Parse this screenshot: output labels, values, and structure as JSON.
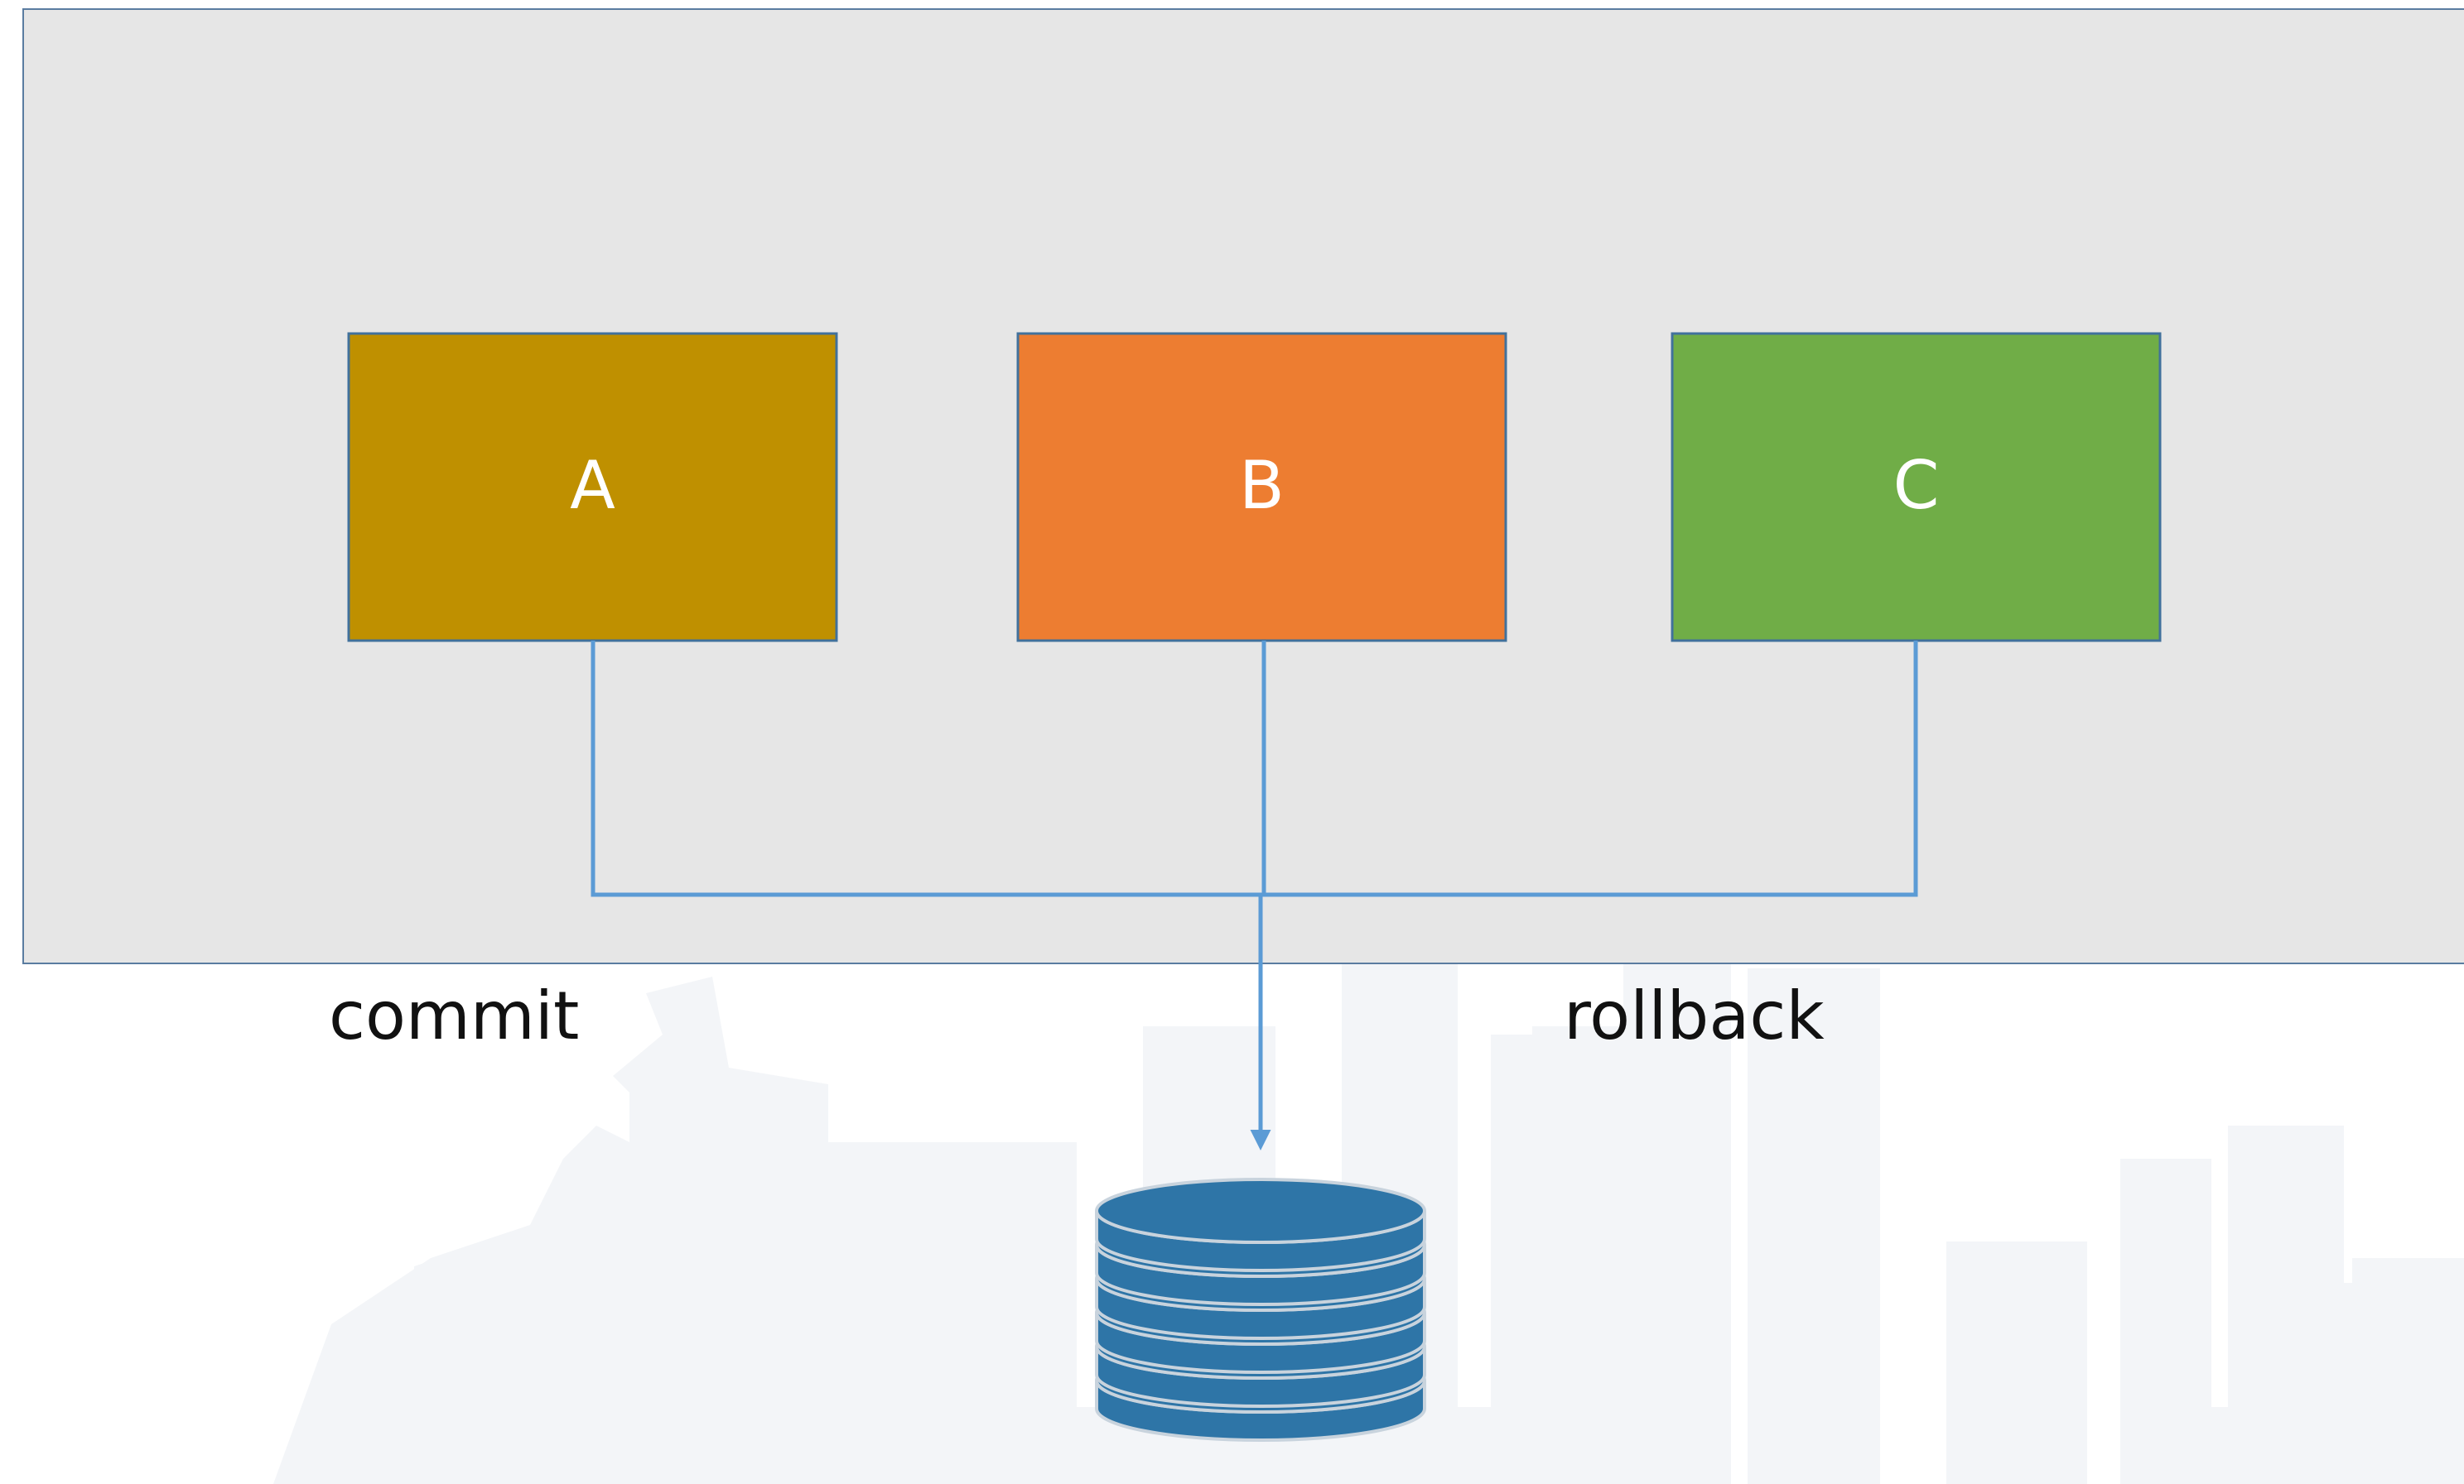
{
  "boxes": [
    {
      "label": "A",
      "color": "#BF9000"
    },
    {
      "label": "B",
      "color": "#ED7D31"
    },
    {
      "label": "C",
      "color": "#70AD47"
    }
  ],
  "labels": {
    "commit": "commit",
    "rollback": "rollback"
  },
  "colors": {
    "panel": "#E6E6E6",
    "connector": "#5B9BD5",
    "database": "#2E75A7",
    "watermark": "#F3F5F8"
  },
  "icons": {
    "database": "database-icon",
    "watermark": "city-skyline-watermark"
  }
}
